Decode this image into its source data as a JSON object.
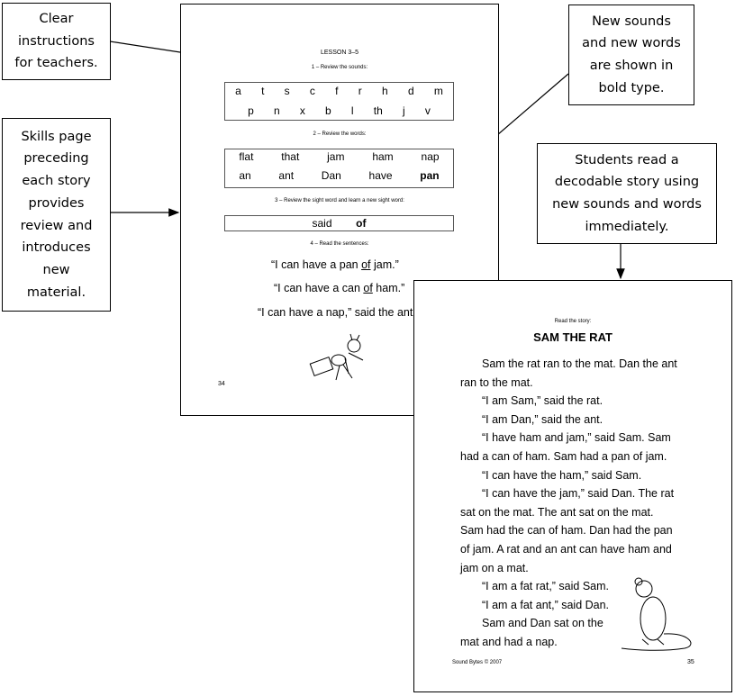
{
  "callouts": {
    "teachers": [
      "Clear",
      "instructions",
      "for  teachers."
    ],
    "skills": [
      "Skills page",
      "preceding",
      "each story",
      "provides",
      "review and",
      "introduces",
      "new",
      "material."
    ],
    "bold": [
      "New  sounds",
      "and new words",
      "are shown in",
      "bold type."
    ],
    "students": [
      "Students read a",
      "decodable story using",
      "new sounds and words",
      "immediately."
    ]
  },
  "left_page": {
    "lesson": "LESSON 3–5",
    "step1": "1 – Review the sounds:",
    "sounds_row1": [
      "a",
      "t",
      "s",
      "c",
      "f",
      "r",
      "h",
      "d",
      "m"
    ],
    "sounds_row2": [
      "p",
      "n",
      "x",
      "b",
      "l",
      "th",
      "j",
      "v"
    ],
    "step2": "2 – Review the words:",
    "words_row1": [
      "flat",
      "that",
      "jam",
      "ham",
      "nap"
    ],
    "words_row2": [
      "an",
      "ant",
      "Dan",
      "have"
    ],
    "words_new": "pan",
    "step3": "3 – Review the sight word and learn a new sight word:",
    "sight_old": "said",
    "sight_new": "of",
    "step4": "4 – Read the sentences:",
    "s1a": "“I can have a pan ",
    "s1b": "of",
    "s1c": " jam.”",
    "s2a": "“I can have a can ",
    "s2b": "of",
    "s2c": " ham.”",
    "s3": "“I can have a nap,” said the ant.",
    "page_number": "34"
  },
  "right_page": {
    "instruction": "Read the story:",
    "title": "SAM THE RAT",
    "lines": [
      {
        "t": "Sam the rat ran to the mat.  Dan the ant",
        "i": true
      },
      {
        "t": "ran to the mat.",
        "i": false
      },
      {
        "t": "“I am Sam,” said the rat.",
        "i": true
      },
      {
        "t": "“I am Dan,” said the ant.",
        "i": true
      },
      {
        "t": "“I have ham and jam,” said Sam.  Sam",
        "i": true
      },
      {
        "t": "had a can of ham.  Sam had a pan of jam.",
        "i": false
      },
      {
        "t": "“I can have the ham,” said Sam.",
        "i": true
      },
      {
        "t": "“I can have the jam,” said Dan.  The rat",
        "i": true
      },
      {
        "t": "sat on the mat.   The ant sat on the mat.",
        "i": false
      },
      {
        "t": "Sam had the can of ham.  Dan had the pan",
        "i": false
      },
      {
        "t": "of jam.  A rat and an ant can have ham and",
        "i": false
      },
      {
        "t": "jam on a mat.",
        "i": false
      },
      {
        "t": "“I am a fat rat,” said Sam.",
        "i": true
      },
      {
        "t": "“I am a fat ant,” said Dan.",
        "i": true
      },
      {
        "t": "Sam and Dan sat on the",
        "i": true
      },
      {
        "t": "mat and had a nap.",
        "i": false
      }
    ],
    "footer": "Sound Bytes © 2007",
    "page_number": "35"
  }
}
